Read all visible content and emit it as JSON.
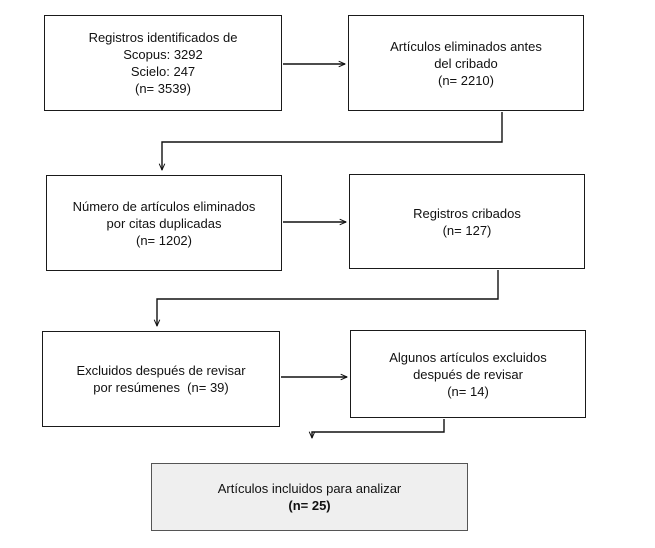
{
  "boxes": {
    "identified": {
      "lines": [
        "Registros identificados de",
        "Scopus: 3292",
        "Scielo: 247",
        "(n= 3539)"
      ]
    },
    "removed_before": {
      "lines": [
        "Artículos eliminados antes",
        "del cribado",
        "(n= 2210)"
      ]
    },
    "duplicates": {
      "lines": [
        "Número de artículos eliminados",
        "por citas duplicadas",
        "(n= 1202)"
      ]
    },
    "screened": {
      "lines": [
        "Registros cribados",
        "(n= 127)"
      ]
    },
    "excluded_abstracts": {
      "lines": [
        "Excluidos después de revisar",
        "por resúmenes  (n= 39)"
      ]
    },
    "excluded_review": {
      "lines": [
        "Algunos artículos excluidos",
        "después de revisar",
        "(n= 14)"
      ]
    },
    "included": {
      "lines": [
        "Artículos incluidos para analizar",
        "(n= 25)"
      ]
    }
  }
}
